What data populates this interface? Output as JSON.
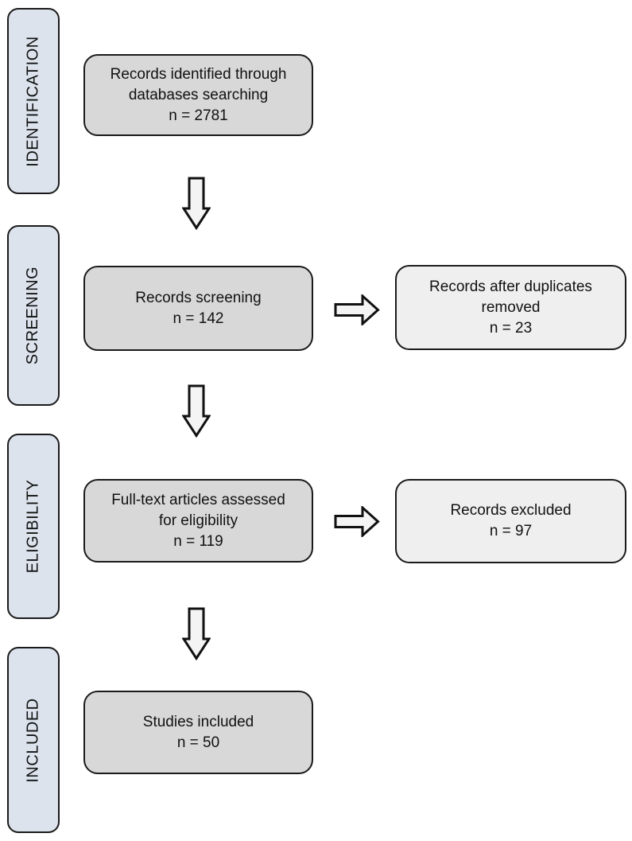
{
  "diagram": {
    "type": "prisma-flow",
    "stages": [
      {
        "label": "IDENTIFICATION"
      },
      {
        "label": "SCREENING"
      },
      {
        "label": "ELIGIBILITY"
      },
      {
        "label": "INCLUDED"
      }
    ],
    "main_boxes": [
      {
        "label": "Records identified through\ndatabases searching",
        "count": "n = 2781"
      },
      {
        "label": "Records screening",
        "count": "n = 142"
      },
      {
        "label": "Full-text articles assessed\nfor eligibility",
        "count": "n = 119"
      },
      {
        "label": "Studies included",
        "count": "n = 50"
      }
    ],
    "side_boxes": [
      {
        "label": "Records after duplicates\nremoved",
        "count": "n = 23"
      },
      {
        "label": "Records excluded",
        "count": "n = 97"
      }
    ],
    "colors": {
      "stage_fill": "#dce3ed",
      "main_box_fill": "#d8d8d8",
      "side_box_fill": "#efefef",
      "arrow_fill": "#f4f4f4",
      "border": "#1a1a1a",
      "background": "#ffffff"
    }
  }
}
